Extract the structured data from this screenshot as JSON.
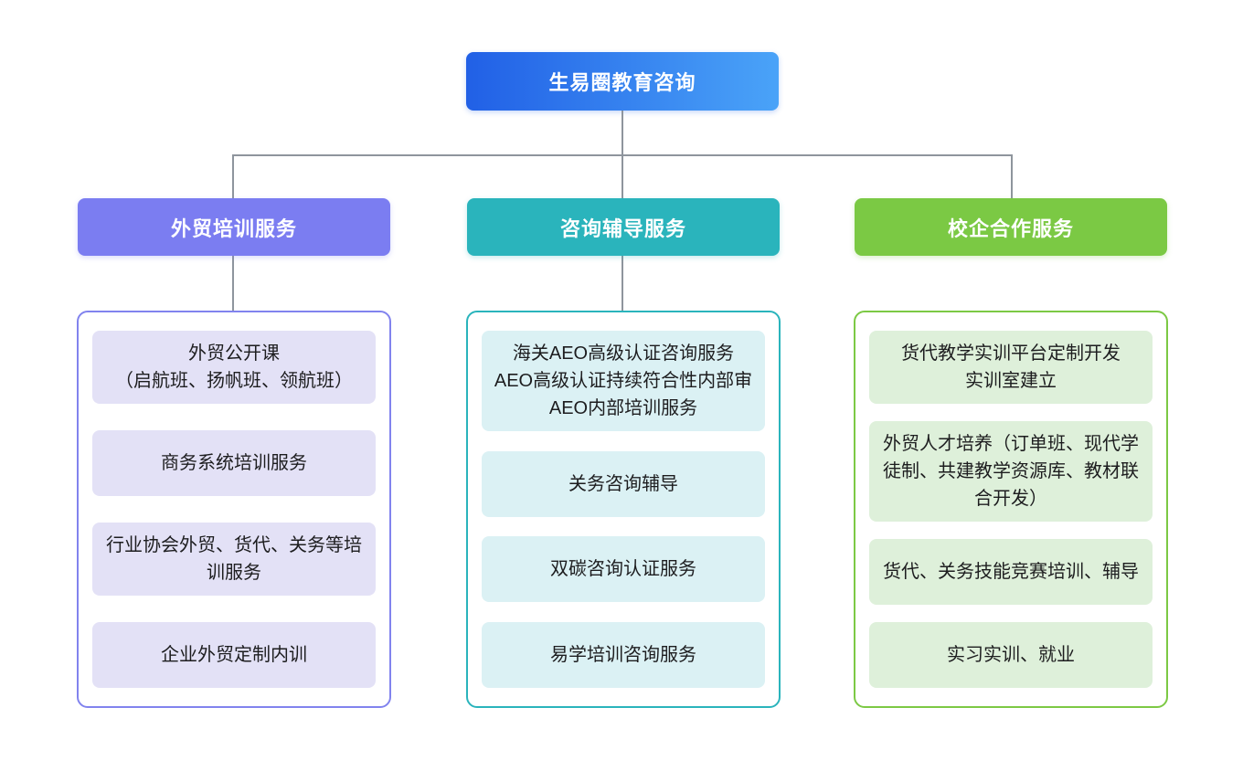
{
  "root": {
    "label": "生易圈教育咨询",
    "gradient_start": "#2160e6",
    "gradient_end": "#4aa3f8",
    "text_color": "#ffffff"
  },
  "connector_color": "#8e959d",
  "branches": [
    {
      "id": "trade-training",
      "label": "外贸培训服务",
      "header_color": "#7b7df1",
      "border_color": "#8183ee",
      "item_bg": "#e3e1f6",
      "items": [
        "外贸公开课\n（启航班、扬帆班、领航班）",
        "商务系统培训服务",
        "行业协会外贸、货代、关务等培训服务",
        "企业外贸定制内训"
      ]
    },
    {
      "id": "consulting",
      "label": "咨询辅导服务",
      "header_color": "#2ab4bc",
      "border_color": "#2ab4bc",
      "item_bg": "#dbf1f4",
      "items": [
        "海关AEO高级认证咨询服务\nAEO高级认证持续符合性内部审\nAEO内部培训服务",
        "关务咨询辅导",
        "双碳咨询认证服务",
        "易学培训咨询服务"
      ]
    },
    {
      "id": "school-enterprise",
      "label": "校企合作服务",
      "header_color": "#7bc944",
      "border_color": "#7cc944",
      "item_bg": "#def0da",
      "items": [
        "货代教学实训平台定制开发\n实训室建立",
        "外贸人才培养（订单班、现代学徒制、共建教学资源库、教材联合开发）",
        "货代、关务技能竞赛培训、辅导",
        "实习实训、就业"
      ]
    }
  ]
}
